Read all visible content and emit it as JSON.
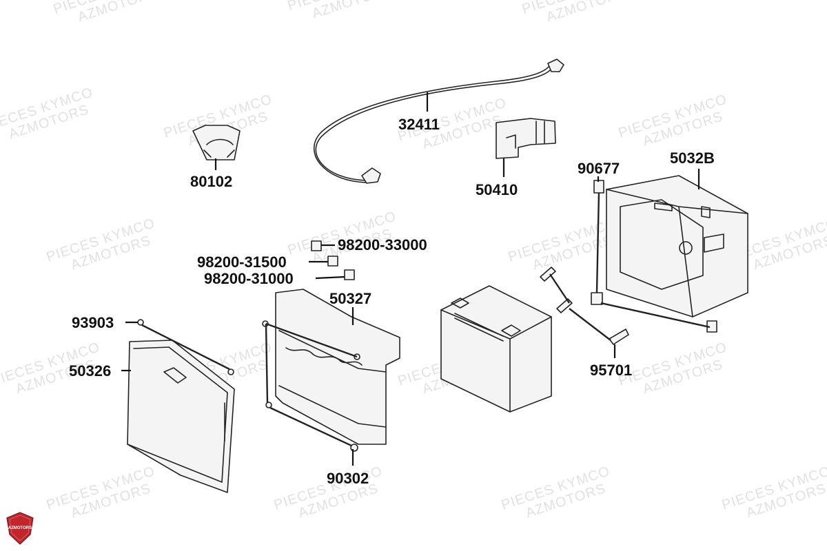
{
  "diagram": {
    "labels": {
      "p32411": "32411",
      "p80102": "80102",
      "p50410": "50410",
      "p90677": "90677",
      "p5032B": "5032B",
      "p98200_33000": "98200-33000",
      "p98200_31500": "98200-31500",
      "p98200_31000": "98200-31000",
      "p50327": "50327",
      "p93903": "93903",
      "p50326": "50326",
      "p95701": "95701",
      "p90302": "90302"
    },
    "watermark": {
      "line1": "PIECES KYMCO",
      "line2": "AZMOTORS"
    },
    "logo": {
      "text": "AZMOTORS",
      "color": "#c0272d"
    }
  }
}
